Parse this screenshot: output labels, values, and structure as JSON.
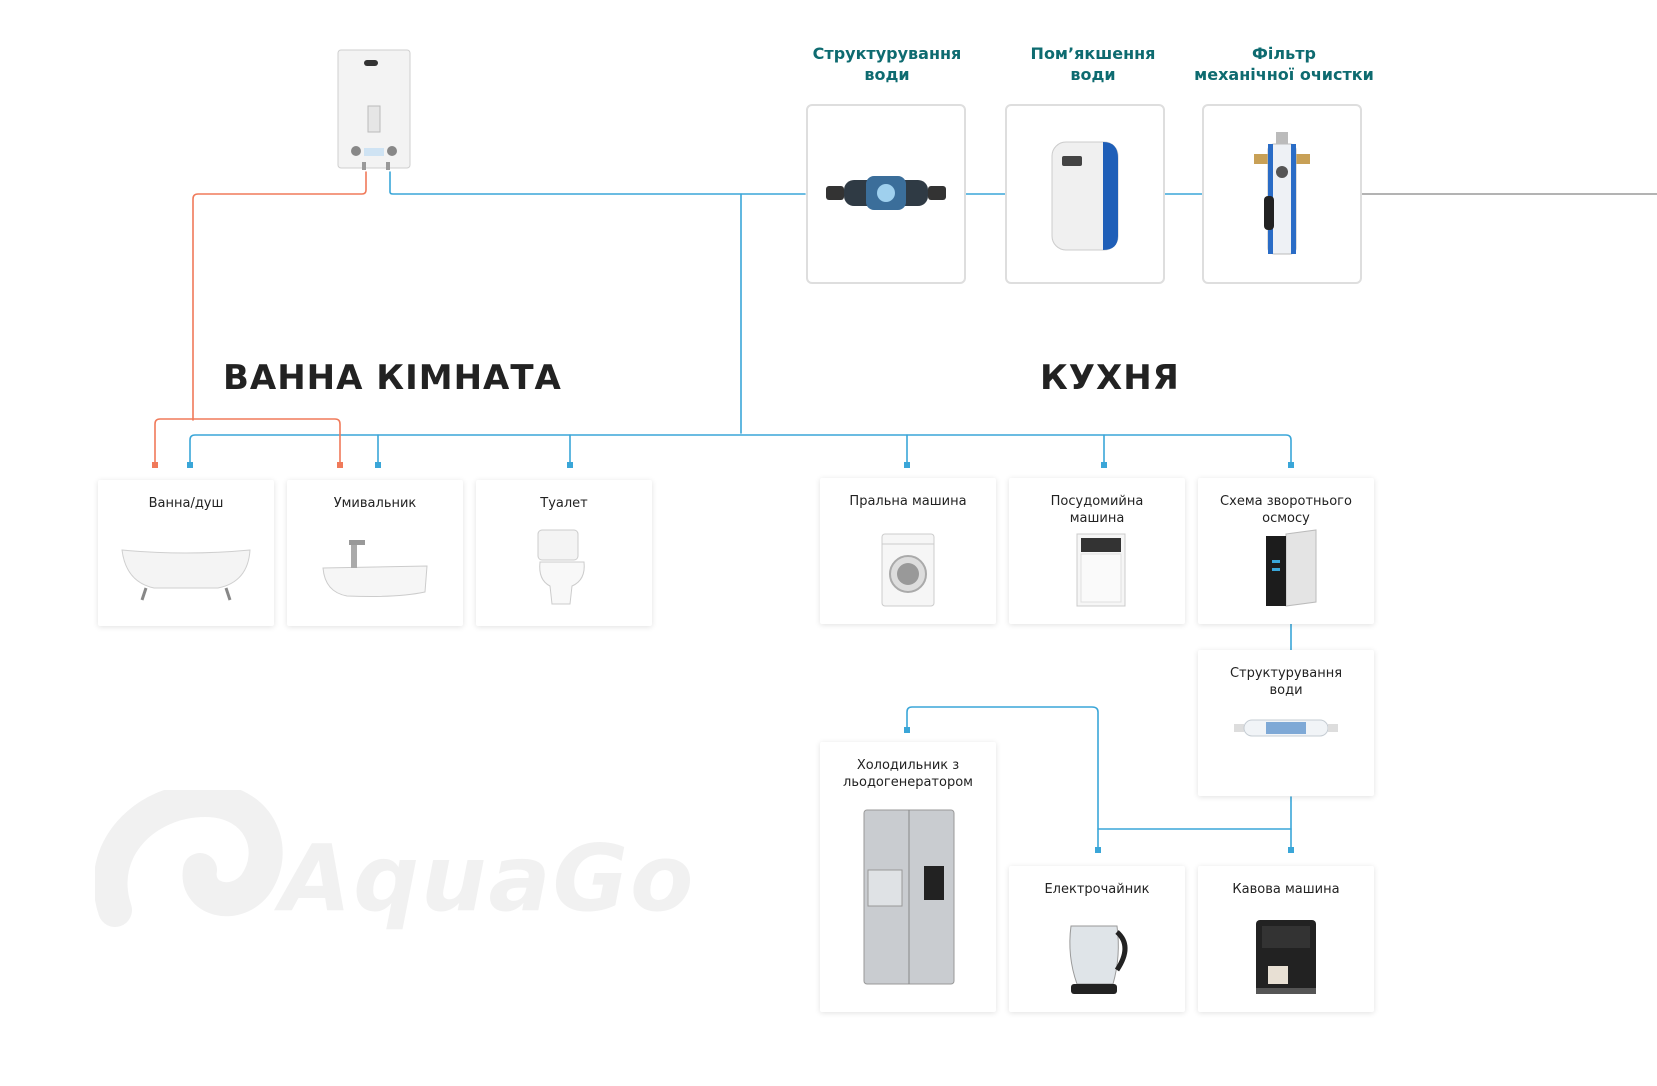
{
  "filters": [
    {
      "label": "Структурування\nводи",
      "icon": "structuring-cartridge-icon"
    },
    {
      "label": "Пом’якшення\nводи",
      "icon": "water-softener-icon"
    },
    {
      "label": "Фільтр\nмеханічної очистки",
      "icon": "mechanical-filter-icon"
    }
  ],
  "sections": {
    "bathroom": "ВАННА КІМНАТА",
    "kitchen": "КУХНЯ"
  },
  "bathroom": [
    {
      "label": "Ванна/душ",
      "icon": "bathtub-icon"
    },
    {
      "label": "Умивальник",
      "icon": "sink-icon"
    },
    {
      "label": "Туалет",
      "icon": "toilet-icon"
    }
  ],
  "kitchen": [
    {
      "label": "Пральна машина",
      "icon": "washing-machine-icon"
    },
    {
      "label": "Посудомийна\nмашина",
      "icon": "dishwasher-icon"
    },
    {
      "label": "Схема зворотнього\nосмосу",
      "icon": "reverse-osmosis-icon"
    },
    {
      "label": "Структурування\nводи",
      "icon": "structuring-cartridge-icon"
    },
    {
      "label": "Холодильник з\nльодогенератором",
      "icon": "refrigerator-icon"
    },
    {
      "label": "Електрочайник",
      "icon": "kettle-icon"
    },
    {
      "label": "Кавова машина",
      "icon": "coffee-machine-icon"
    }
  ],
  "heater": {
    "icon": "water-heater-icon"
  },
  "watermark": "AquaGo",
  "colors": {
    "cold": "#3aa6d8",
    "hot": "#f07a5a",
    "title": "#0e6b70",
    "supply": "#9a9a9a"
  }
}
